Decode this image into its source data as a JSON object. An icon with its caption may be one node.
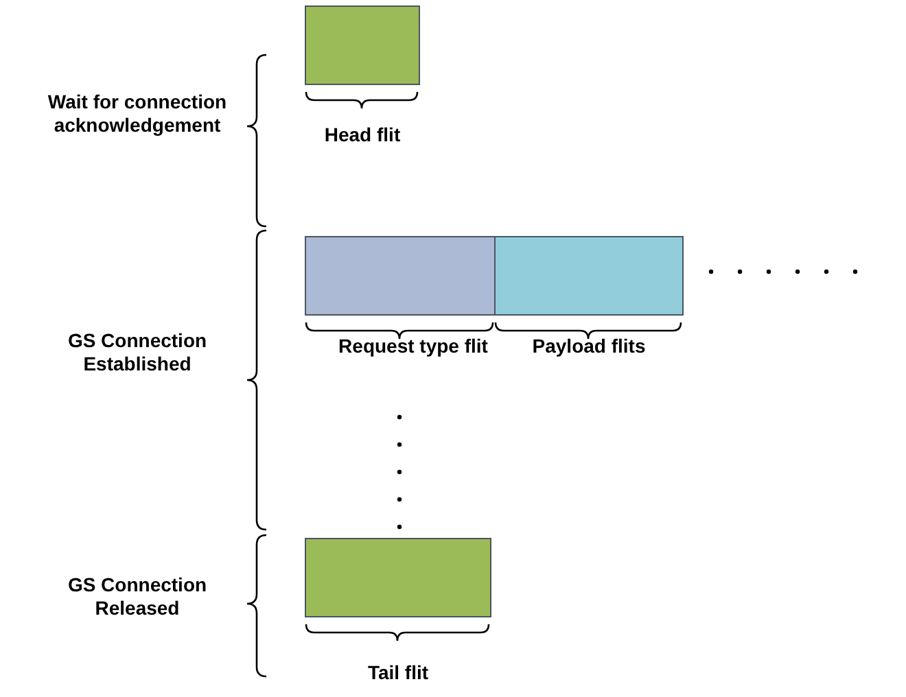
{
  "diagram": {
    "nodes": [
      {
        "text": [],
        "shape": "box",
        "beside": [
          "Head flit"
        ]
      },
      {
        "text": [],
        "shape": "box",
        "beside": [
          "Request type flit"
        ]
      },
      {
        "text": [],
        "shape": "box",
        "beside": [
          "Payload flits"
        ]
      },
      {
        "text": [],
        "shape": "box",
        "beside": [
          "Tail flit"
        ]
      }
    ],
    "labels": [
      "Wait for connection acknowledgement",
      "GS Connection Established",
      "GS Connection Released"
    ]
  }
}
